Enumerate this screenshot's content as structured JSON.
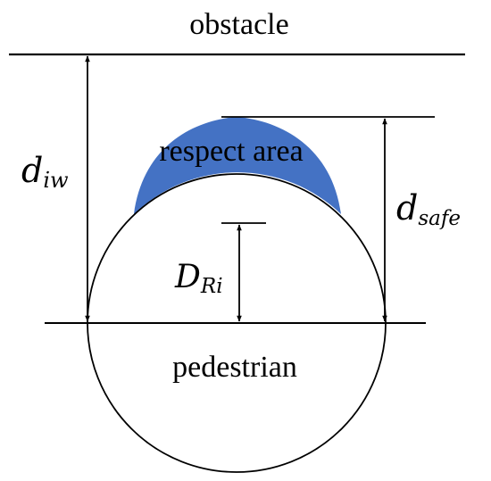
{
  "labels": {
    "obstacle": "obstacle",
    "respect_area": "respect area",
    "pedestrian": "pedestrian",
    "d_iw_main": "d",
    "d_iw_sub": "iw",
    "d_safe_main": "d",
    "d_safe_sub": "safe",
    "D_Ri_main": "D",
    "D_Ri_sub": "Ri"
  },
  "colors": {
    "respect_area_fill": "#4472C4",
    "stroke": "#000000"
  }
}
